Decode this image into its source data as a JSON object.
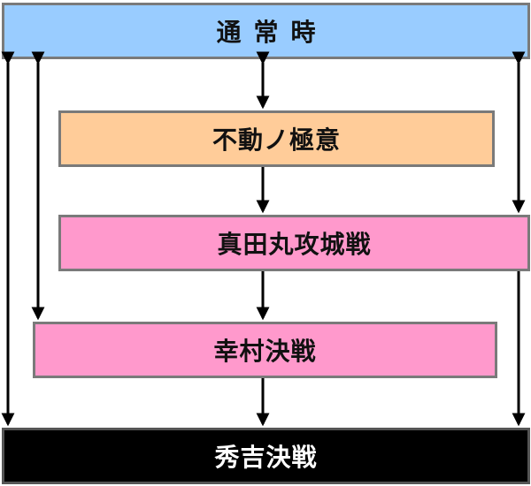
{
  "diagram": {
    "nodes": {
      "normal": "通常時",
      "fudo": "不動ノ極意",
      "sanada": "真田丸攻城戦",
      "yukimura": "幸村決戦",
      "hideyoshi": "秀吉決戦"
    },
    "edges": [
      {
        "from": "normal",
        "to": "fudo",
        "bidirectional": true
      },
      {
        "from": "fudo",
        "to": "sanada",
        "bidirectional": false
      },
      {
        "from": "normal",
        "to": "sanada",
        "bidirectional": true
      },
      {
        "from": "sanada",
        "to": "yukimura",
        "bidirectional": false
      },
      {
        "from": "normal",
        "to": "yukimura",
        "bidirectional": true
      },
      {
        "from": "yukimura",
        "to": "hideyoshi",
        "bidirectional": false
      },
      {
        "from": "normal",
        "to": "hideyoshi",
        "bidirectional": true
      },
      {
        "from": "sanada",
        "to": "hideyoshi",
        "bidirectional": false
      }
    ],
    "colors": {
      "normal": "#99ccff",
      "fudo": "#ffcc99",
      "sanada": "#ff99cc",
      "yukimura": "#ff99cc",
      "hideyoshi": "#000000",
      "arrow": "#000000"
    }
  }
}
